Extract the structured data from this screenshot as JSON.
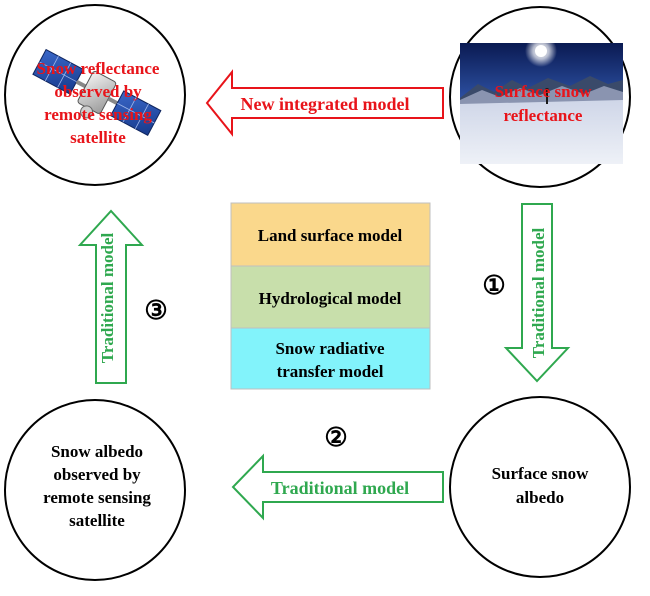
{
  "nodes": {
    "top_left": {
      "lines": [
        "Snow reflectance",
        "observed by",
        "remote sensing",
        "satellite"
      ],
      "image": "satellite-icon",
      "text_color": "#e8141a"
    },
    "top_right": {
      "lines": [
        "Surface snow",
        "reflectance"
      ],
      "image": "snowfield-photo",
      "text_color": "#e8141a"
    },
    "bottom_left": {
      "lines": [
        "Snow albedo",
        "observed by",
        "remote sensing",
        "satellite"
      ],
      "text_color": "#000000"
    },
    "bottom_right": {
      "lines": [
        "Surface snow",
        "albedo"
      ],
      "text_color": "#000000"
    }
  },
  "arrows": {
    "top": {
      "label": "New integrated model",
      "color": "#e8141a"
    },
    "right": {
      "label": "Traditional model",
      "color": "#2fa84f"
    },
    "bottom": {
      "label": "Traditional model",
      "color": "#2fa84f"
    },
    "left": {
      "label": "Traditional model",
      "color": "#2fa84f"
    }
  },
  "steps": [
    "①",
    "②",
    "③"
  ],
  "models": [
    {
      "lines": [
        "Land surface model"
      ],
      "color": "#fad88c"
    },
    {
      "lines": [
        "Hydrological model"
      ],
      "color": "#c8dfab"
    },
    {
      "lines": [
        "Snow radiative",
        "transfer model"
      ],
      "color": "#82f3fb"
    }
  ]
}
